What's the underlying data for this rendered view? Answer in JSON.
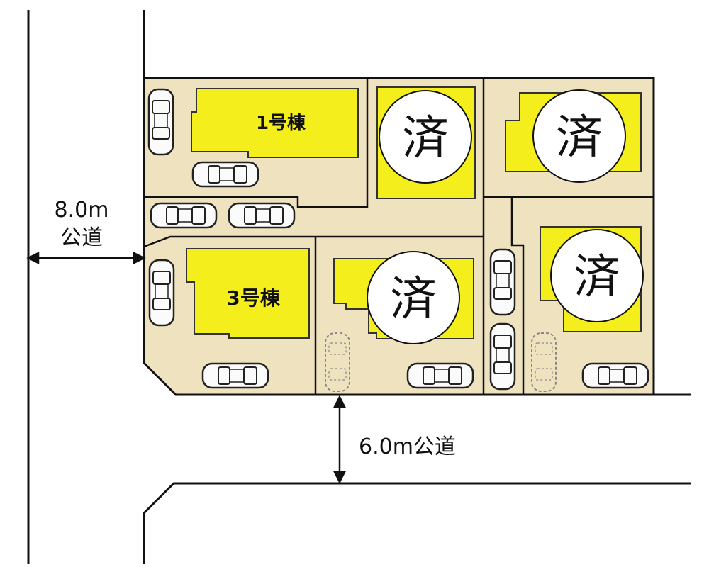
{
  "roads": {
    "west_width_value": "8.0m",
    "west_type": "公道",
    "south_label": "6.0m公道"
  },
  "buildings": {
    "b1_label": "1号棟",
    "b3_label": "3号棟"
  },
  "sold_mark": "済",
  "colors": {
    "lot_fill": "#efe3bf",
    "building_fill": "#f4ef1c",
    "line": "#111111"
  }
}
